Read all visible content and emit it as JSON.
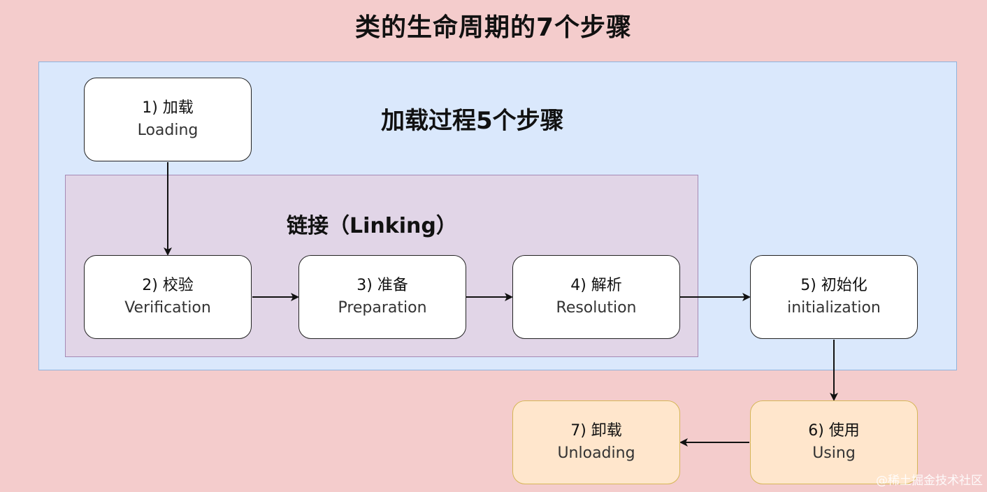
{
  "title": "类的生命周期的7个步骤",
  "loading_process": {
    "heading": "加载过程5个步骤"
  },
  "linking": {
    "heading": "链接（Linking）"
  },
  "steps": [
    {
      "cn": "1) 加载",
      "en": "Loading"
    },
    {
      "cn": "2) 校验",
      "en": "Verification"
    },
    {
      "cn": "3) 准备",
      "en": "Preparation"
    },
    {
      "cn": "4) 解析",
      "en": "Resolution"
    },
    {
      "cn": "5) 初始化",
      "en": "initialization"
    },
    {
      "cn": "6) 使用",
      "en": "Using"
    },
    {
      "cn": "7) 卸载",
      "en": "Unloading"
    }
  ],
  "watermark": "@稀土掘金技术社区",
  "colors": {
    "background": "#f4cccc",
    "loading_container": "#dae8fc",
    "linking_container": "#e1d5e7",
    "step_box": "#ffffff",
    "orange_step_box": "#ffe6cc",
    "orange_border": "#d6b656"
  }
}
